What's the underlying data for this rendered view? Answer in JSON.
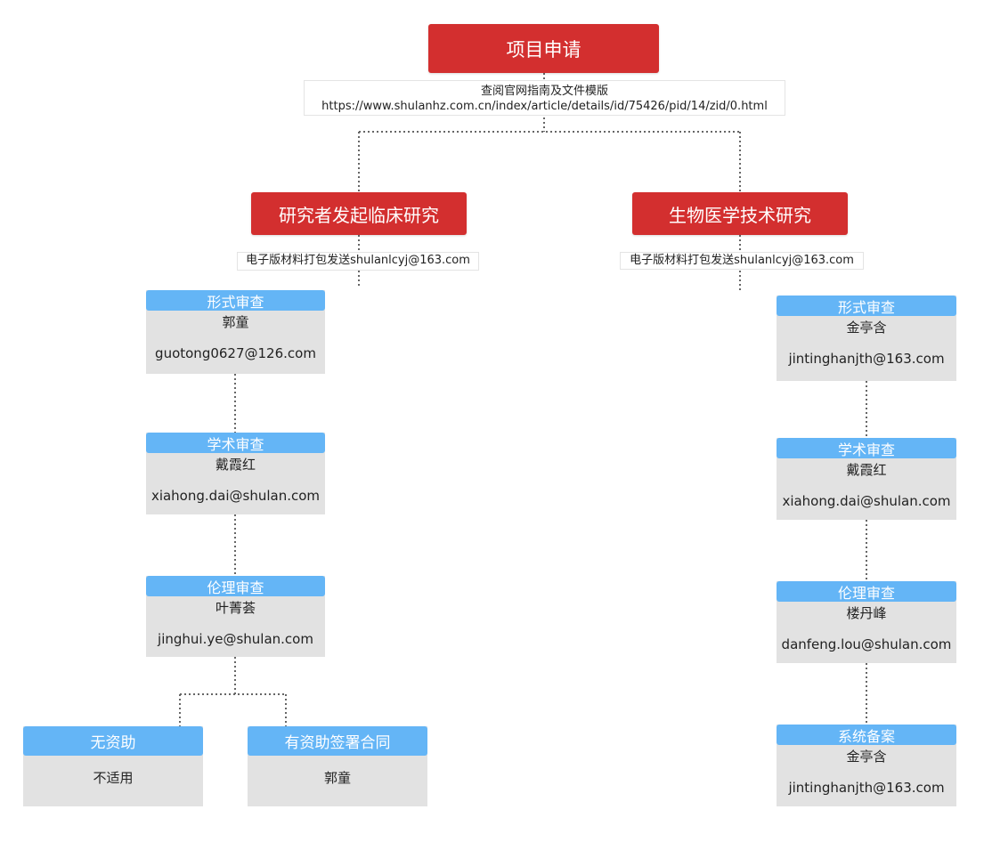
{
  "root": {
    "title": "项目申请",
    "note_line1": "查阅官网指南及文件模版",
    "note_line2": "https://www.shulanhz.com.cn/index/article/details/id/75426/pid/14/zid/0.html"
  },
  "left_branch": {
    "title": "研究者发起临床研究",
    "note": "电子版材料打包发送shulanlcyj@163.com",
    "steps": [
      {
        "header": "形式审查",
        "name": "郭童",
        "email": "guotong0627@126.com"
      },
      {
        "header": "学术审查",
        "name": "戴霞红",
        "email": "xiahong.dai@shulan.com"
      },
      {
        "header": "伦理审查",
        "name": "叶菁荟",
        "email": "jinghui.ye@shulan.com"
      }
    ],
    "outcomes": [
      {
        "header": "无资助",
        "text": "不适用"
      },
      {
        "header": "有资助签署合同",
        "text": "郭童"
      }
    ]
  },
  "right_branch": {
    "title": "生物医学技术研究",
    "note": "电子版材料打包发送shulanlcyj@163.com",
    "steps": [
      {
        "header": "形式审查",
        "name": "金亭含",
        "email": "jintinghanjth@163.com"
      },
      {
        "header": "学术审查",
        "name": "戴霞红",
        "email": "xiahong.dai@shulan.com"
      },
      {
        "header": "伦理审查",
        "name": "楼丹峰",
        "email": "danfeng.lou@shulan.com"
      },
      {
        "header": "系统备案",
        "name": "金亭含",
        "email": "jintinghanjth@163.com"
      }
    ]
  },
  "colors": {
    "title_red": "#d32f2f",
    "header_blue": "#64b5f6",
    "card_gray": "#e2e2e2",
    "connector": "#666666"
  }
}
